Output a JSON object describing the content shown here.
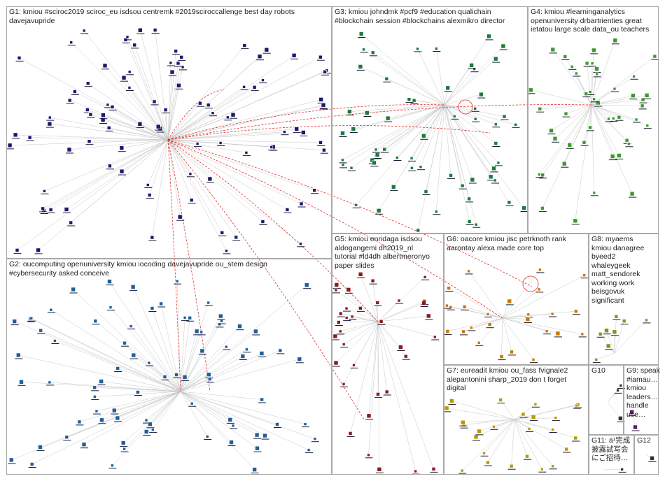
{
  "groups": [
    {
      "id": "G1",
      "label": "G1: kmiou #sciroc2019 sciroc_eu isdsou centremk #2019sciroccallenge best day robots davejavupride",
      "color": "#1a1a6e"
    },
    {
      "id": "G2",
      "label": "G2: oucomputing openuniversity kmiou iocoding davejavupride ou_stem design #cybersecurity asked conceive",
      "color": "#1f5f9c"
    },
    {
      "id": "G3",
      "label": "G3: kmiou johndmk #pcf9 #education qualichain #blockchain session #blockchains alexmikro director",
      "color": "#1e7a3c"
    },
    {
      "id": "G4",
      "label": "G4: kmiou #learninganalytics openuniversity drbartrienties great ietatou large scale data_ou teachers",
      "color": "#3c9a2e"
    },
    {
      "id": "G5",
      "label": "G5: kmiou enridaga isdsou aldogangemi dh2019_nl tutorial #ld4dh albertmeronyo paper slides",
      "color": "#8b1a1a"
    },
    {
      "id": "G6",
      "label": "G6: oacore kmiou jisc petrknoth rank aarontay alexa made core top",
      "color": "#c87800"
    },
    {
      "id": "G7",
      "label": "G7: eureadit kmiou ou_fass fvignale2 alepantonini sharp_2019 don t forget digital",
      "color": "#b89a00"
    },
    {
      "id": "G8",
      "label": "G8: myaems kmiou danagree byeed2 whaleygeek matt_sendorek working work beisgovuk significant",
      "color": "#7a9a1a"
    },
    {
      "id": "G9",
      "label": "G9: speak #iamau… kmiou leaders… handle use…",
      "color": "#5a1a6e"
    },
    {
      "id": "G10",
      "label": "G10",
      "color": "#333333"
    },
    {
      "id": "G11",
      "label": "G11: ä¹完成披露試写会にご招待…",
      "color": "#333333"
    },
    {
      "id": "G12",
      "label": "G12",
      "color": "#333333"
    }
  ],
  "colors": {
    "edge": "#c8c8c8",
    "interEdge": "#e03030",
    "border": "#a9a9a9"
  }
}
